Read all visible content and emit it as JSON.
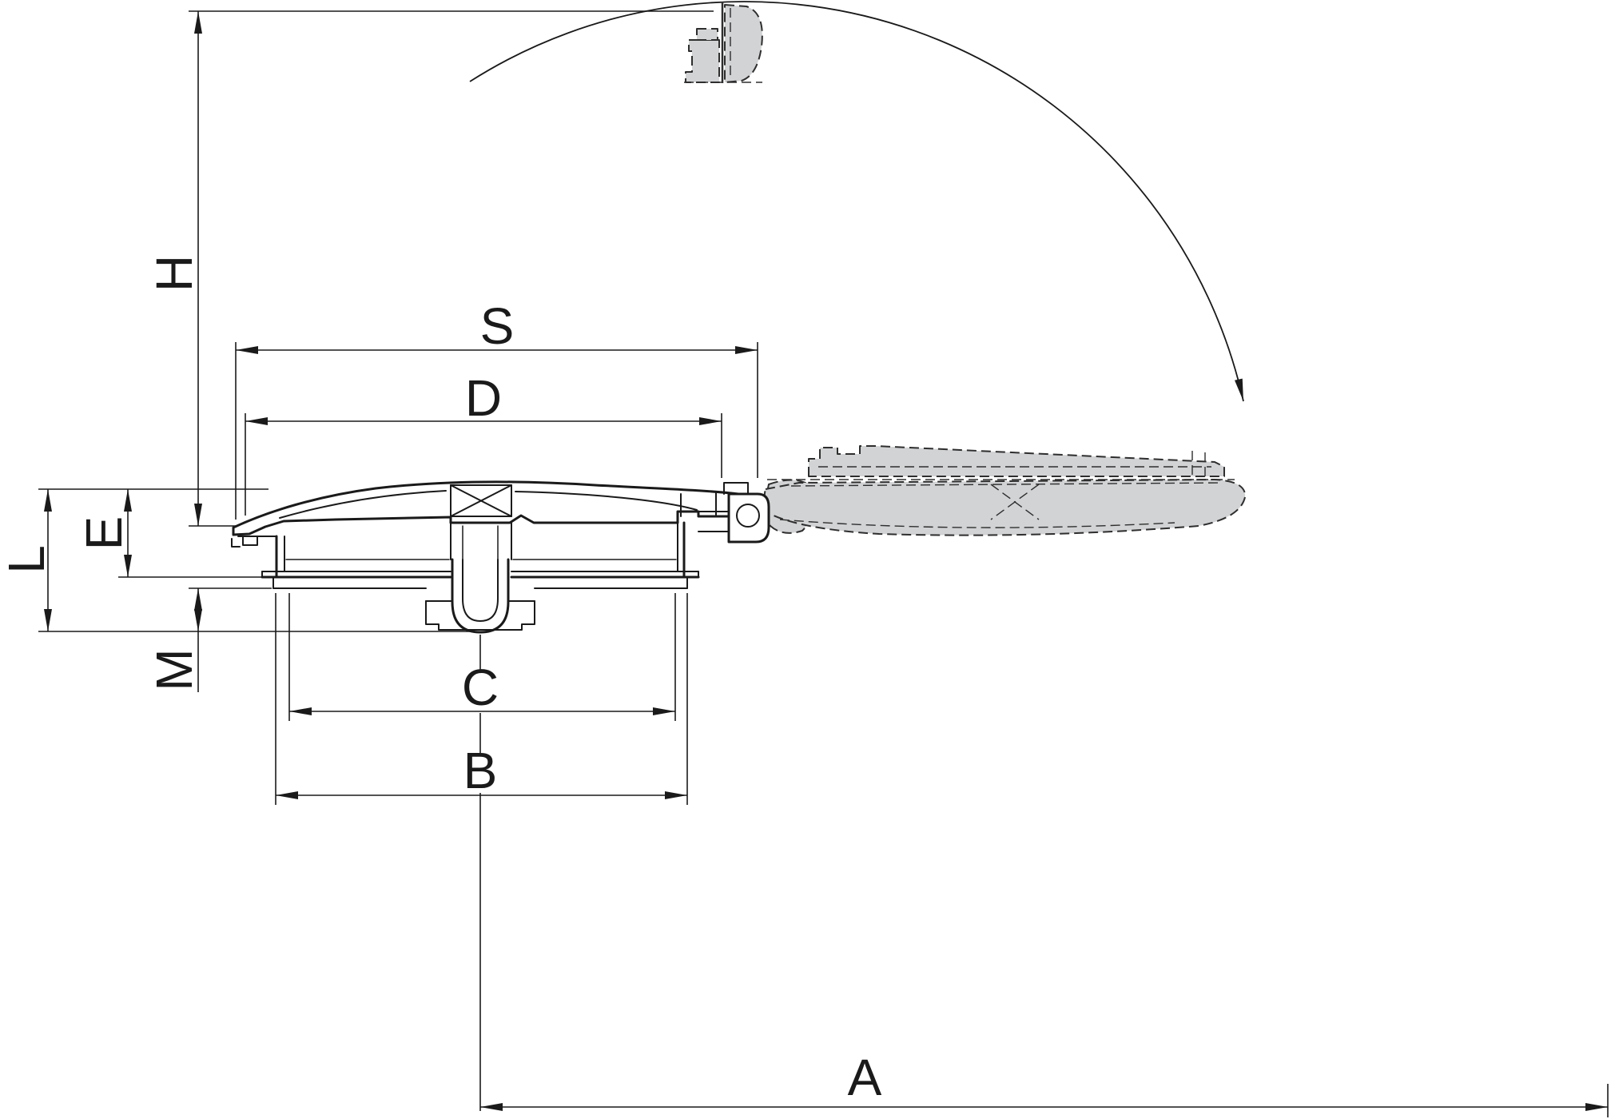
{
  "drawing": {
    "dimension_labels": {
      "H": "H",
      "S": "S",
      "D": "D",
      "E": "E",
      "L": "L",
      "M": "M",
      "C": "C",
      "B": "B",
      "A": "A"
    },
    "colors": {
      "line": "#1a1a1a",
      "open_position_fill": "#d2d3d5",
      "background": "#ffffff"
    }
  }
}
